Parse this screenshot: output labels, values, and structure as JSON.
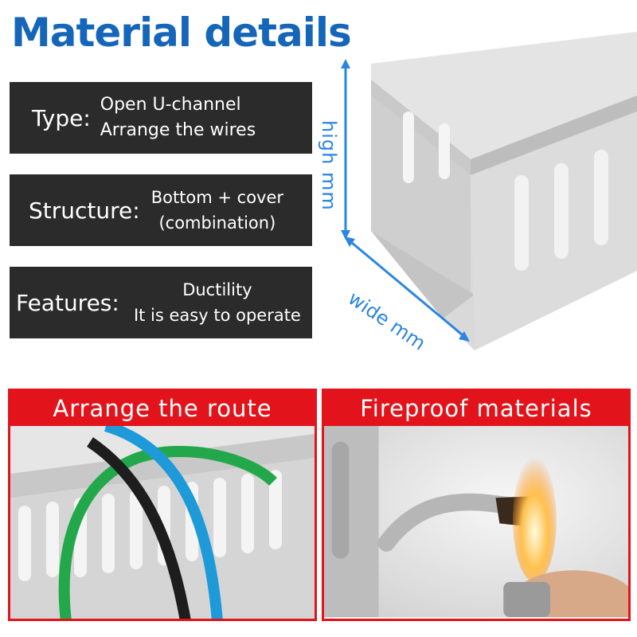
{
  "title": "Material details",
  "specs": {
    "type": {
      "label": "Type:",
      "lines": [
        "Open U-channel",
        "Arrange the wires"
      ]
    },
    "structure": {
      "label": "Structure:",
      "lines": [
        "Bottom + cover",
        "(combination)"
      ]
    },
    "features": {
      "label": "Features:",
      "lines": [
        "Ductility",
        "It is easy to operate"
      ]
    }
  },
  "dimensions": {
    "height_label": "high mm",
    "width_label": "wide mm"
  },
  "panels": {
    "left": {
      "title": "Arrange the route"
    },
    "right": {
      "title": "Fireproof materials"
    }
  },
  "colors": {
    "title_blue": "#1566b8",
    "dimension_blue": "#2a86e0",
    "spec_box": "#2b2b2b",
    "panel_red": "#e3131b",
    "duct_gray": "#d6d6d6"
  }
}
